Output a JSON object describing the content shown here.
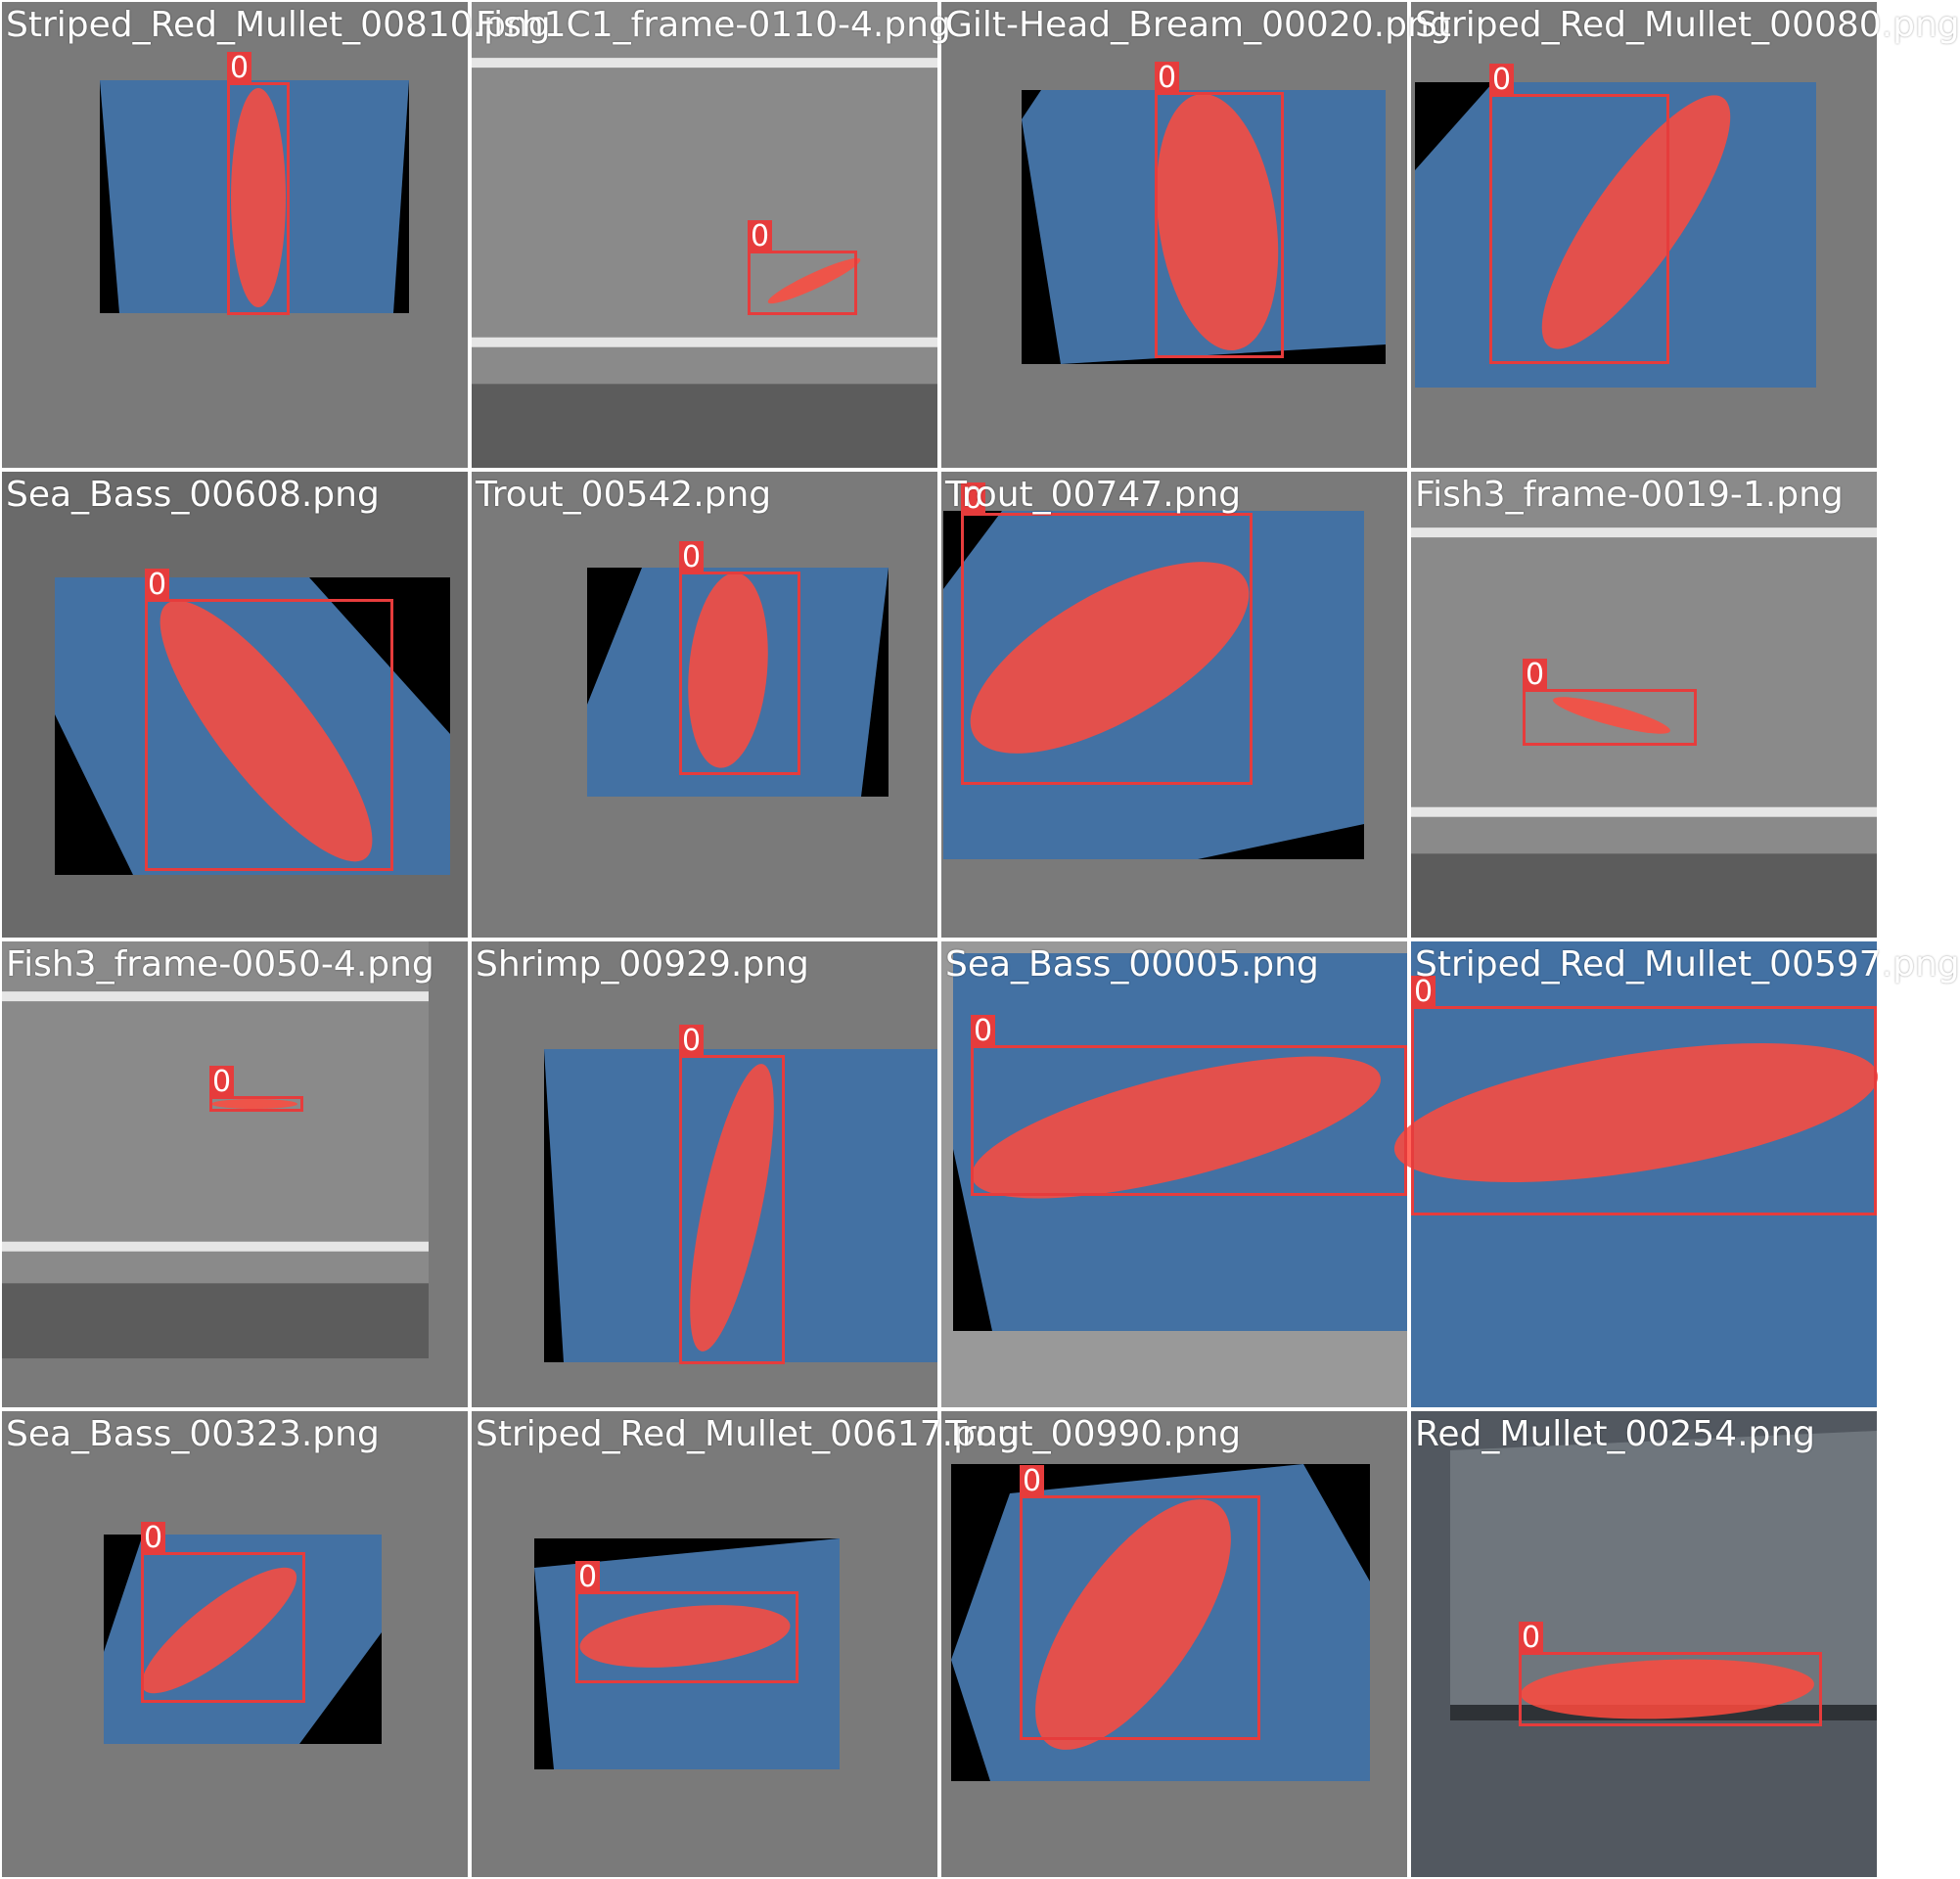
{
  "label_color": "#e63c3c",
  "mask_color": "#ff4a3d",
  "tiles": [
    {
      "filename": "Striped_Red_Mullet_00810.png",
      "class_label": "0",
      "scene": "blue-board"
    },
    {
      "filename": "Fish1C1_frame-0110-4.png",
      "class_label": "0",
      "scene": "grayscale-tank"
    },
    {
      "filename": "Gilt-Head_Bream_00020.png",
      "class_label": "0",
      "scene": "blue-board"
    },
    {
      "filename": "Striped_Red_Mullet_00080.png",
      "class_label": "0",
      "scene": "blue-board"
    },
    {
      "filename": "Sea_Bass_00608.png",
      "class_label": "0",
      "scene": "blue-board"
    },
    {
      "filename": "Trout_00542.png",
      "class_label": "0",
      "scene": "blue-board"
    },
    {
      "filename": "Trout_00747.png",
      "class_label": "0",
      "scene": "blue-board"
    },
    {
      "filename": "Fish3_frame-0019-1.png",
      "class_label": "0",
      "scene": "grayscale-tank"
    },
    {
      "filename": "Fish3_frame-0050-4.png",
      "class_label": "0",
      "scene": "grayscale-tank"
    },
    {
      "filename": "Shrimp_00929.png",
      "class_label": "0",
      "scene": "blue-board"
    },
    {
      "filename": "Sea_Bass_00005.png",
      "class_label": "0",
      "scene": "blue-board"
    },
    {
      "filename": "Striped_Red_Mullet_00597.png",
      "class_label": "0",
      "scene": "blue-board"
    },
    {
      "filename": "Sea_Bass_00323.png",
      "class_label": "0",
      "scene": "blue-board"
    },
    {
      "filename": "Striped_Red_Mullet_00617.png",
      "class_label": "0",
      "scene": "blue-board"
    },
    {
      "filename": "Trout_00990.png",
      "class_label": "0",
      "scene": "blue-board"
    },
    {
      "filename": "Red_Mullet_00254.png",
      "class_label": "0",
      "scene": "gray-slab"
    }
  ]
}
